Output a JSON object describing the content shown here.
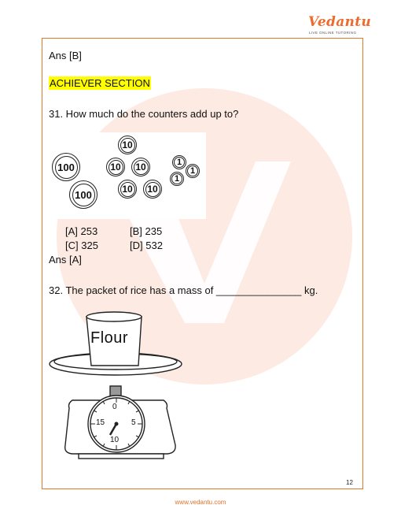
{
  "header": {
    "brand": "Vedantu",
    "tagline": "LIVE ONLINE TUTORING"
  },
  "colors": {
    "brand": "#ec6b2d",
    "border": "#e07a28",
    "highlight": "#ffff00"
  },
  "content": {
    "prev_answer": "Ans [B]",
    "section_title": "ACHIEVER SECTION",
    "q31": {
      "question": "31. How much do the counters add up to?",
      "counters": [
        "10",
        "100",
        "10",
        "10",
        "1",
        "1",
        "1",
        "100",
        "10",
        "10"
      ],
      "options": [
        {
          "letter": "[A]",
          "value": "253"
        },
        {
          "letter": "[B]",
          "value": "235"
        },
        {
          "letter": "[C]",
          "value": "325"
        },
        {
          "letter": "[D]",
          "value": "532"
        }
      ],
      "answer": "Ans [A]"
    },
    "q32": {
      "question": "32. The packet of rice has a mass of _______________ kg.",
      "packet_label": "Flour",
      "dial": {
        "top": "0",
        "right": "5",
        "bottom": "10",
        "left": "15"
      }
    }
  },
  "page_number": "12",
  "footer": {
    "url": "www.vedantu.com"
  }
}
